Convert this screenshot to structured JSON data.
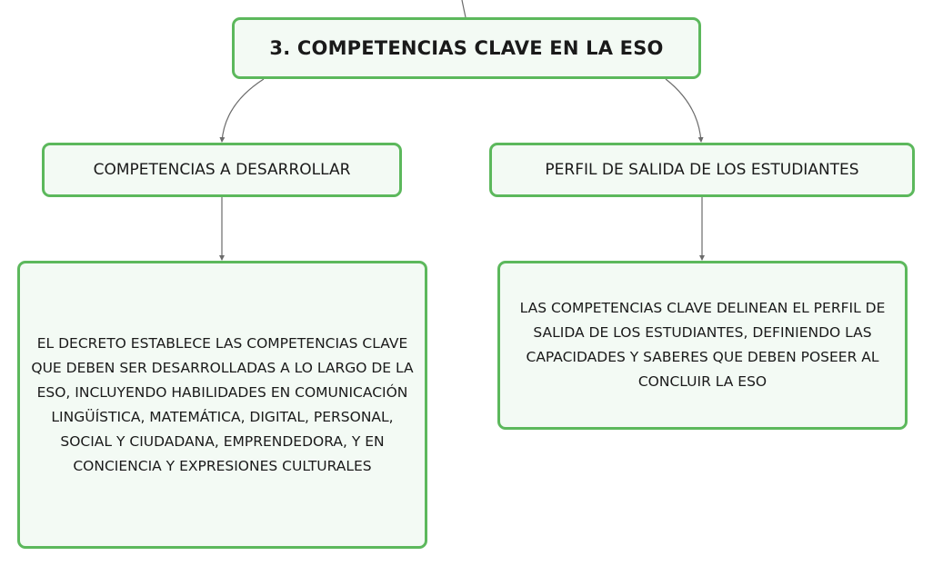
{
  "diagram": {
    "root": {
      "title": "3. COMPETENCIAS CLAVE EN LA ESO"
    },
    "branches": [
      {
        "topic": "COMPETENCIAS A DESARROLLAR",
        "detail": "EL DECRETO ESTABLECE LAS COMPETENCIAS CLAVE QUE DEBEN SER DESARROLLADAS A LO LARGO DE LA ESO, INCLUYENDO HABILIDADES EN COMUNICACIÓN LINGÜÍSTICA, MATEMÁTICA, DIGITAL, PERSONAL, SOCIAL Y CIUDADANA, EMPRENDEDORA, Y EN CONCIENCIA Y EXPRESIONES CULTURALES"
      },
      {
        "topic": "PERFIL DE SALIDA DE LOS ESTUDIANTES",
        "detail": "LAS COMPETENCIAS CLAVE DELINEAN EL PERFIL DE SALIDA DE LOS ESTUDIANTES, DEFINIENDO LAS CAPACIDADES Y SABERES QUE DEBEN POSEER AL CONCLUIR LA ESO"
      }
    ]
  },
  "colors": {
    "node_border": "#5cb85c",
    "node_fill": "#f3faf4",
    "connector": "#6b6b6b",
    "text": "#1a1a1a"
  }
}
